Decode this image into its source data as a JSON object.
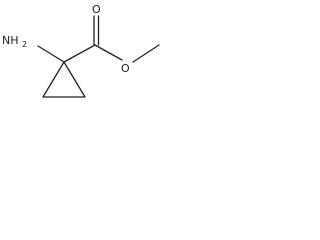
{
  "labels": {
    "amino": "NH2",
    "carbonyl_oxygen": "O",
    "ester_oxygen": "O"
  }
}
